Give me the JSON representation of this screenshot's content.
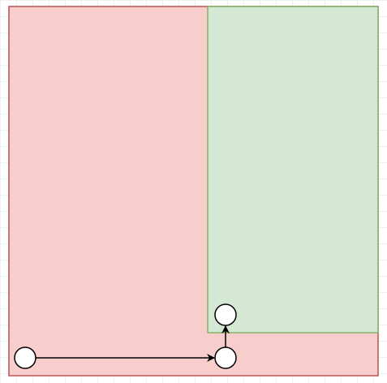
{
  "diagram": {
    "colors": {
      "red_fill": "#f8cecc",
      "red_stroke": "#b85450",
      "green_fill": "#d5e8d4",
      "green_stroke": "#82b366",
      "node_fill": "#ffffff",
      "node_stroke": "#000000",
      "edge": "#000000"
    },
    "shapes": [
      {
        "id": "outer-rect",
        "kind": "rect",
        "color": "red"
      },
      {
        "id": "inner-rect",
        "kind": "rect",
        "color": "green"
      }
    ],
    "nodes": [
      {
        "id": "start-node"
      },
      {
        "id": "middle-node"
      },
      {
        "id": "end-node"
      }
    ],
    "edges": [
      {
        "from": "start-node",
        "to": "middle-node"
      },
      {
        "from": "middle-node",
        "to": "end-node"
      }
    ]
  }
}
